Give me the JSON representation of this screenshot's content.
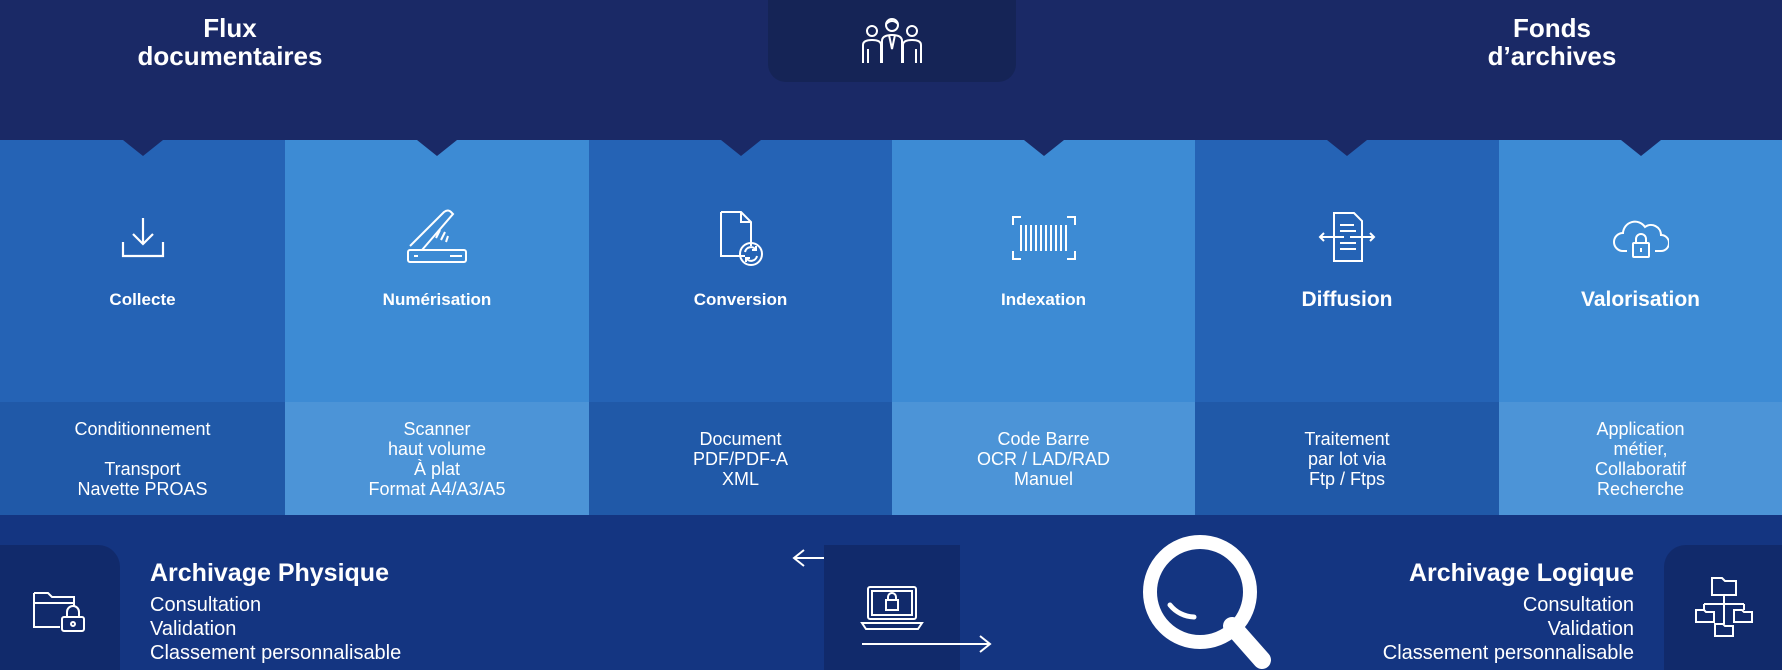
{
  "header": {
    "left_title_line1": "Flux",
    "left_title_line2": "documentaires",
    "right_title_line1": "Fonds",
    "right_title_line2": "d’archives",
    "center_icon": "team-icon"
  },
  "columns": [
    {
      "title": "Collecte",
      "icon": "download-icon",
      "lines": [
        "Conditionnement",
        "",
        "Transport",
        "Navette PROAS"
      ]
    },
    {
      "title": "Numérisation",
      "icon": "scanner-icon",
      "lines": [
        "Scanner",
        "haut volume",
        "À plat",
        "Format A4/A3/A5"
      ]
    },
    {
      "title": "Conversion",
      "icon": "file-convert-icon",
      "lines": [
        "Document",
        "PDF/PDF-A",
        "XML"
      ]
    },
    {
      "title": "Indexation",
      "icon": "barcode-icon",
      "lines": [
        "Code Barre",
        "OCR / LAD/RAD",
        "Manuel"
      ]
    },
    {
      "title": "Diffusion",
      "icon": "document-transfer-icon",
      "lines": [
        "Traitement",
        "par lot via",
        "Ftp / Ftps"
      ]
    },
    {
      "title": "Valorisation",
      "icon": "cloud-lock-icon",
      "lines": [
        "Application",
        "métier,",
        "Collaboratif",
        "Recherche"
      ]
    }
  ],
  "bottom": {
    "left": {
      "title": "Archivage Physique",
      "lines": [
        "Consultation",
        "Validation",
        "Classement personnalisable"
      ],
      "icon": "folder-lock-icon"
    },
    "right": {
      "title": "Archivage Logique",
      "lines": [
        "Consultation",
        "Validation",
        "Classement personnalisable"
      ],
      "icon": "folder-tree-icon"
    },
    "center_icon": "laptop-lock-icon",
    "magnifier_icon": "magnifier-icon"
  },
  "colors": {
    "header_bg": "#1a2966",
    "column_dark": "#2563b5",
    "column_light": "#3d8bd4",
    "bottom_bg": "#143581"
  }
}
